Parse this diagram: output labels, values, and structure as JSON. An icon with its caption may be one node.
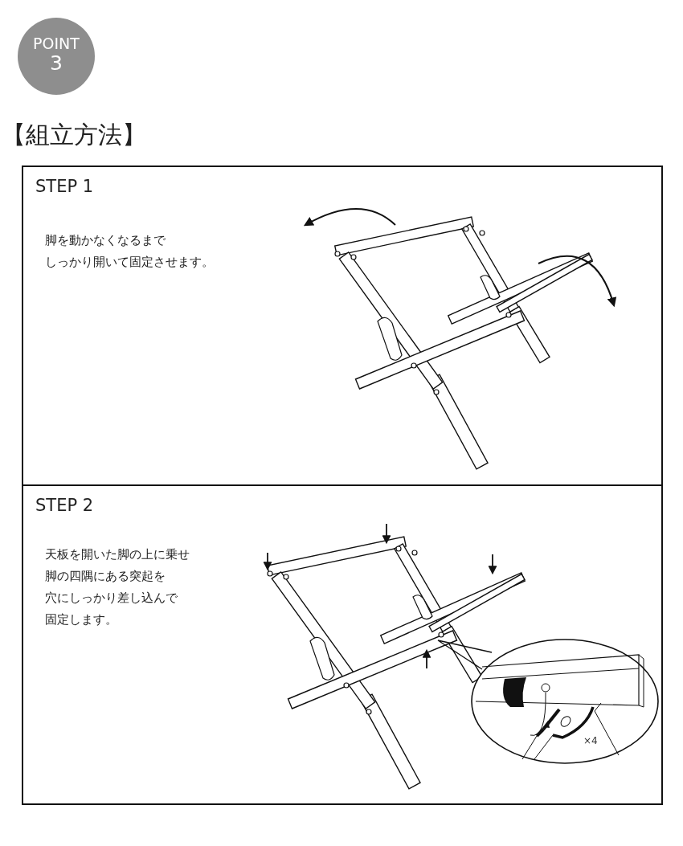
{
  "diagram": {
    "title": "【組立方法】",
    "nodes": [
      {
        "text": [
          "POINT",
          "3"
        ]
      },
      {
        "text": [
          "STEP 1",
          "脚を動かなくなるまでしっかり開いて固定させます。"
        ]
      },
      {
        "text": [
          "STEP 2",
          "天板を開いた脚の上に乗せ脚の四隅にある突起を穴にしっかり差し込んで固定します。"
        ]
      }
    ],
    "labels": [
      "×4"
    ]
  }
}
